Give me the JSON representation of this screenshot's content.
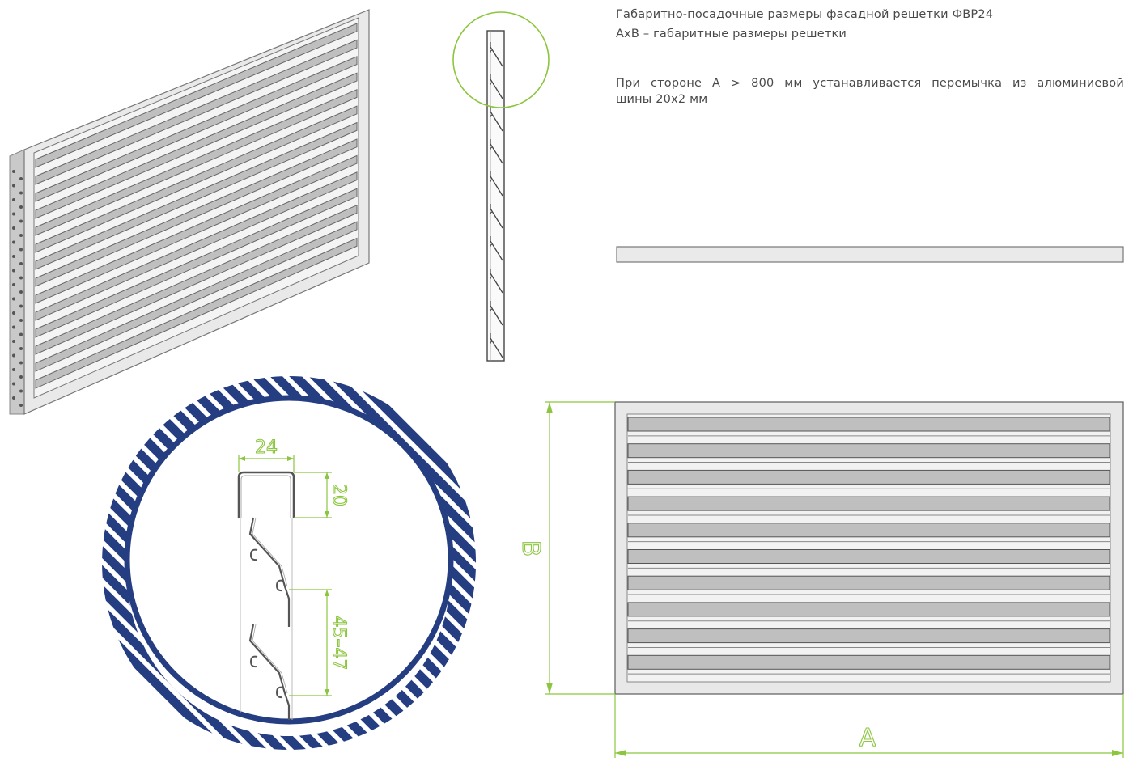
{
  "caption": {
    "title": "Габаритно-посадочные размеры фасадной решетки ФВР24",
    "subtitle": "AxB  –  габаритные размеры решетки",
    "note_line1": "При стороне A > 800 мм устанавливается перемычка из алюминиевой",
    "note_line2": "шины 20х2 мм"
  },
  "dimensions": {
    "width": "24",
    "height": "20",
    "pitch": "45–47",
    "side_a": "A",
    "side_b": "B"
  },
  "colors": {
    "frame_fill": "#e8e8e8",
    "frame_stroke": "#666666",
    "slat_fill": "#bfbfbf",
    "dimension_green": "#8cc63f",
    "circle_navy": "#253e82"
  }
}
